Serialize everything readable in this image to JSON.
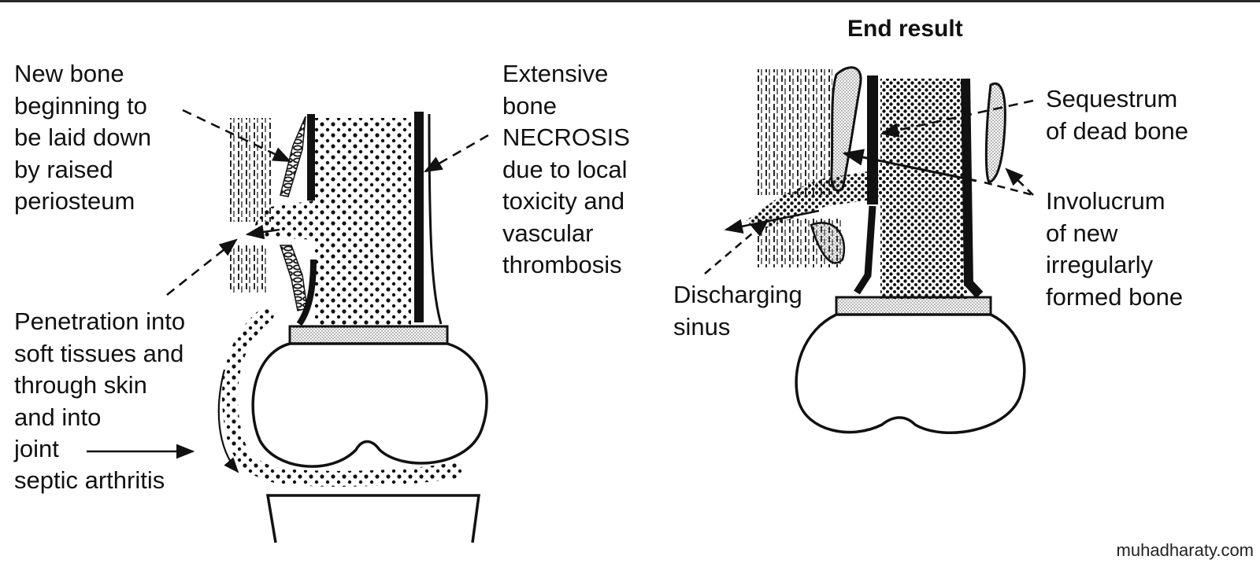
{
  "panels": {
    "left": {
      "labels": {
        "new_bone": "New bone\nbeginning to\nbe laid down\nby raised\nperiosteum",
        "necrosis": "Extensive\nbone\nNECROSIS\ndue to local\ntoxicity and\nvascular\nthrombosis",
        "penetration": "Penetration into\nsoft tissues and\nthrough skin\nand into\njoint",
        "septic": "septic arthritis"
      }
    },
    "right": {
      "title": "End result",
      "labels": {
        "sequestrum": "Sequestrum\nof dead bone",
        "involucrum": "Involucrum\nof new\nirregularly\nformed bone",
        "sinus": "Discharging\nsinus"
      }
    }
  },
  "watermark": "muhadharaty.com"
}
